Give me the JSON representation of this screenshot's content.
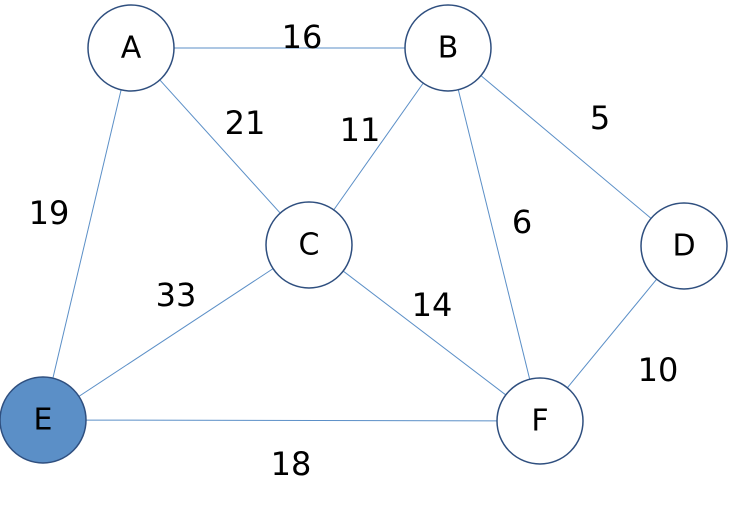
{
  "colors": {
    "edge": "#5b8fc7",
    "node_stroke": "#2f4f7f",
    "node_fill": "#ffffff",
    "highlight_fill": "#5b8fc7"
  },
  "nodes": [
    {
      "id": "A",
      "label": "A",
      "highlighted": false
    },
    {
      "id": "B",
      "label": "B",
      "highlighted": false
    },
    {
      "id": "C",
      "label": "C",
      "highlighted": false
    },
    {
      "id": "D",
      "label": "D",
      "highlighted": false
    },
    {
      "id": "E",
      "label": "E",
      "highlighted": true
    },
    {
      "id": "F",
      "label": "F",
      "highlighted": false
    }
  ],
  "edges": [
    {
      "from": "A",
      "to": "B",
      "weight": "16"
    },
    {
      "from": "A",
      "to": "C",
      "weight": "21"
    },
    {
      "from": "A",
      "to": "E",
      "weight": "19"
    },
    {
      "from": "B",
      "to": "C",
      "weight": "11"
    },
    {
      "from": "B",
      "to": "D",
      "weight": "5"
    },
    {
      "from": "B",
      "to": "F",
      "weight": "6"
    },
    {
      "from": "C",
      "to": "E",
      "weight": "33"
    },
    {
      "from": "C",
      "to": "F",
      "weight": "14"
    },
    {
      "from": "D",
      "to": "F",
      "weight": "10"
    },
    {
      "from": "E",
      "to": "F",
      "weight": "18"
    }
  ]
}
